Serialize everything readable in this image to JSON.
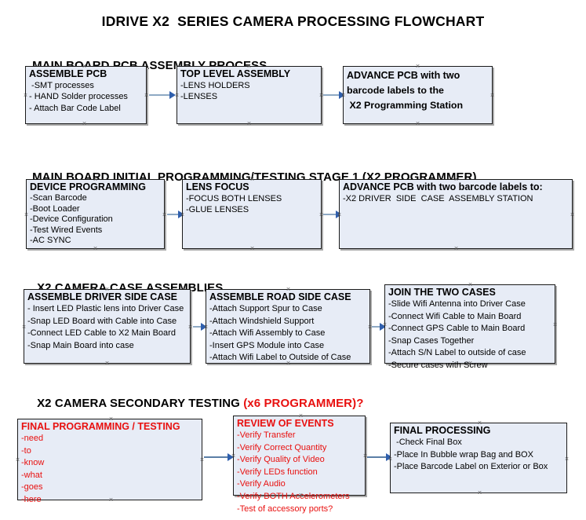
{
  "title": "IDRIVE X2  SERIES CAMERA PROCESSING FLOWCHART",
  "sections": [
    {
      "heading": "MAIN BOARD PCB ASSEMBLY PROCESS",
      "heading_red": "",
      "boxes": [
        {
          "title": "ASSEMBLE PCB",
          "lines": [
            " -SMT processes",
            "- HAND Solder processes",
            "- Attach Bar Code Label"
          ]
        },
        {
          "title": "TOP LEVEL ASSEMBLY",
          "lines": [
            "-LENS HOLDERS",
            "-LENSES"
          ]
        },
        {
          "title": "ADVANCE PCB with two",
          "lines": [
            "barcode labels to the",
            " X2 Programming Station"
          ]
        }
      ]
    },
    {
      "heading": "MAIN BOARD INITIAL PROGRAMMING/TESTING STAGE 1 (X2 PROGRAMMER)",
      "heading_red": "",
      "boxes": [
        {
          "title": "DEVICE PROGRAMMING",
          "lines": [
            "-Scan Barcode",
            "-Boot Loader",
            "-Device Configuration",
            "-Test Wired Events",
            "-AC SYNC"
          ]
        },
        {
          "title": "LENS FOCUS",
          "lines": [
            "-FOCUS BOTH LENSES",
            "-GLUE LENSES"
          ]
        },
        {
          "title": "ADVANCE PCB with two barcode labels to:",
          "lines": [
            "-X2 DRIVER  SIDE  CASE  ASSEMBLY STATION"
          ]
        }
      ]
    },
    {
      "heading": "X2 CAMERA CASE ASSEMBLIES",
      "heading_red": "",
      "boxes": [
        {
          "title": "ASSEMBLE DRIVER SIDE CASE",
          "lines": [
            "- Insert LED Plastic lens into Driver Case",
            "-Snap LED Board with Cable into Case",
            "-Connect LED Cable to X2 Main Board",
            "-Snap Main Board into case"
          ]
        },
        {
          "title": "ASSEMBLE ROAD SIDE CASE",
          "lines": [
            "-Attach Support Spur to Case",
            "-Attach Windshield Support",
            "-Attach Wifi Assembly to Case",
            "-Insert GPS Module into Case",
            "-Attach Wifi Label to Outside of Case"
          ]
        },
        {
          "title": "JOIN THE TWO CASES",
          "lines": [
            "-Slide Wifi Antenna into Driver Case",
            "-Connect Wifi Cable to Main Board",
            "-Connect GPS Cable to Main Board",
            "-Snap Cases Together",
            "-Attach S/N Label to outside of case",
            "-Secure cases with Screw"
          ]
        }
      ]
    },
    {
      "heading": "X2 CAMERA SECONDARY TESTING ",
      "heading_red": "(x6 PROGRAMMER)?",
      "boxes": [
        {
          "title": "FINAL PROGRAMMING / TESTING",
          "lines": [
            "-need",
            "-to",
            "-know",
            "-what",
            "-goes",
            "-here"
          ]
        },
        {
          "title": "REVIEW OF EVENTS",
          "lines": [
            "-Verify Transfer",
            "-Verify Correct Quantity",
            "-Verify Quality of Video",
            "-Verify LEDs function",
            "-Verify Audio",
            "-Verify BOTH Accelerometers",
            "-Test of accessory ports?"
          ]
        },
        {
          "title": "FINAL PROCESSING",
          "lines": [
            " -Check Final Box",
            "-Place In Bubble wrap Bag and BOX",
            "-Place Barcode Label on Exterior or Box"
          ]
        }
      ]
    }
  ],
  "colors": {
    "box_fill": "#e7ecf6",
    "box_border": "#1a1a1a",
    "red_text": "#e8100f",
    "arrow_shaft": "#8ea9c4",
    "arrow_head": "#2f5fad"
  },
  "handle_glyph": "×"
}
